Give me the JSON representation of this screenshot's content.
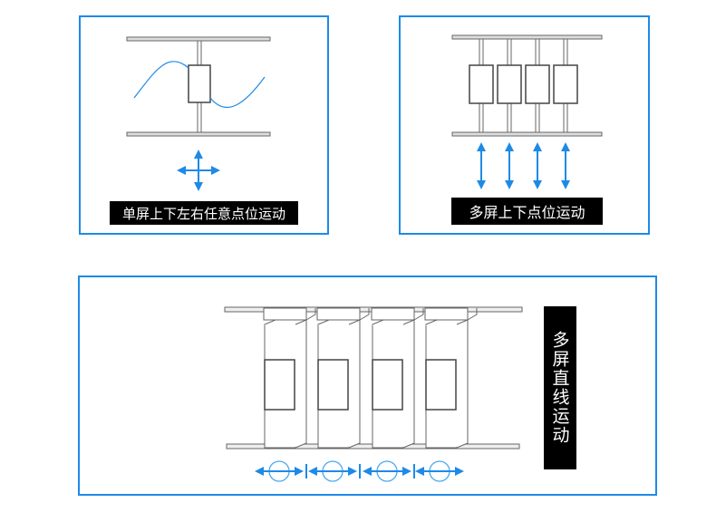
{
  "panels": [
    {
      "label": "单屏上下左右任意点位运动"
    },
    {
      "label": "多屏上下点位运动"
    },
    {
      "label": "多屏直线运动"
    }
  ],
  "colors": {
    "border": "#1e8ae6",
    "arrow": "#1e8ae6",
    "line": "#555555"
  }
}
